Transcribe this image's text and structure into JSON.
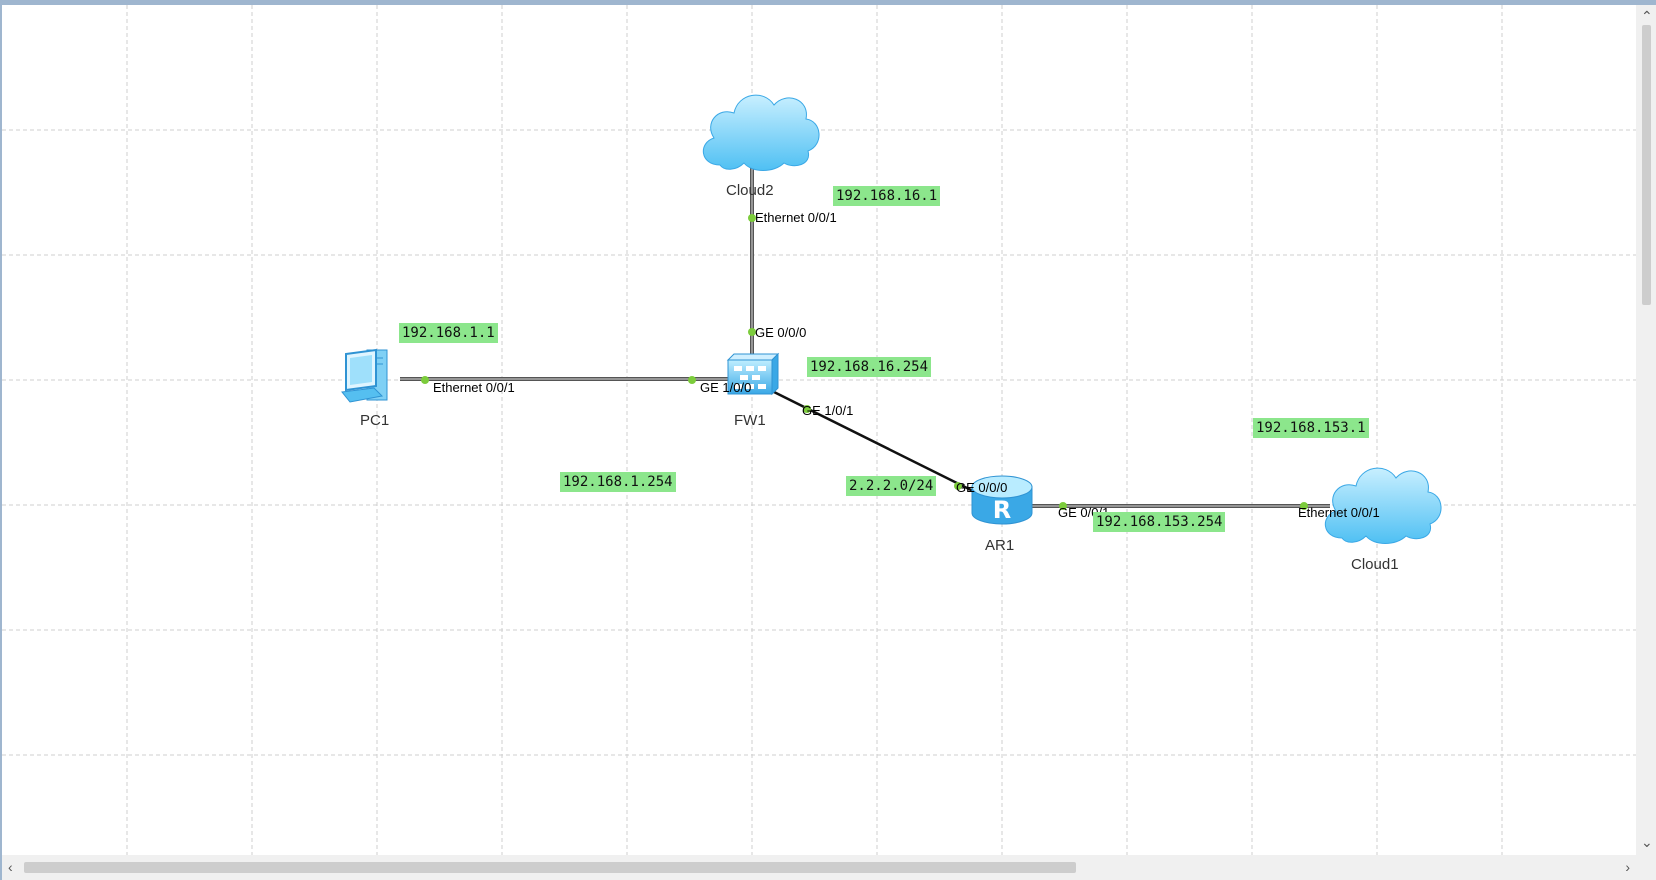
{
  "devices": {
    "pc1": "PC1",
    "fw1": "FW1",
    "ar1": "AR1",
    "cloud1": "Cloud1",
    "cloud2": "Cloud2"
  },
  "ports": {
    "pc1_eth": "Ethernet 0/0/1",
    "fw1_ge100": "GE 1/0/0",
    "fw1_ge000": "GE 0/0/0",
    "fw1_ge101": "GE 1/0/1",
    "cloud2_eth": "Ethernet 0/0/1",
    "ar1_ge000": "GE 0/0/0",
    "ar1_ge001": "GE 0/0/1",
    "cloud1_eth": "Ethernet 0/0/1"
  },
  "ips": {
    "pc1": "192.168.1.1",
    "fw1_inside": "192.168.1.254",
    "cloud2": "192.168.16.1",
    "fw1_cloud2": "192.168.16.254",
    "link_fw_ar": "2.2.2.0/24",
    "cloud1": "192.168.153.1",
    "ar1_cloud1": "192.168.153.254"
  },
  "colors": {
    "ip_label_bg": "#8ce68c",
    "grid": "#cfcfcf",
    "port_dot": "#7ccc3c",
    "device_blue": "#55bff0",
    "frame": "#9fb6cf"
  },
  "icons": {
    "pc": "pc-icon",
    "firewall": "firewall-icon",
    "router": "router-icon",
    "cloud": "cloud-icon"
  }
}
